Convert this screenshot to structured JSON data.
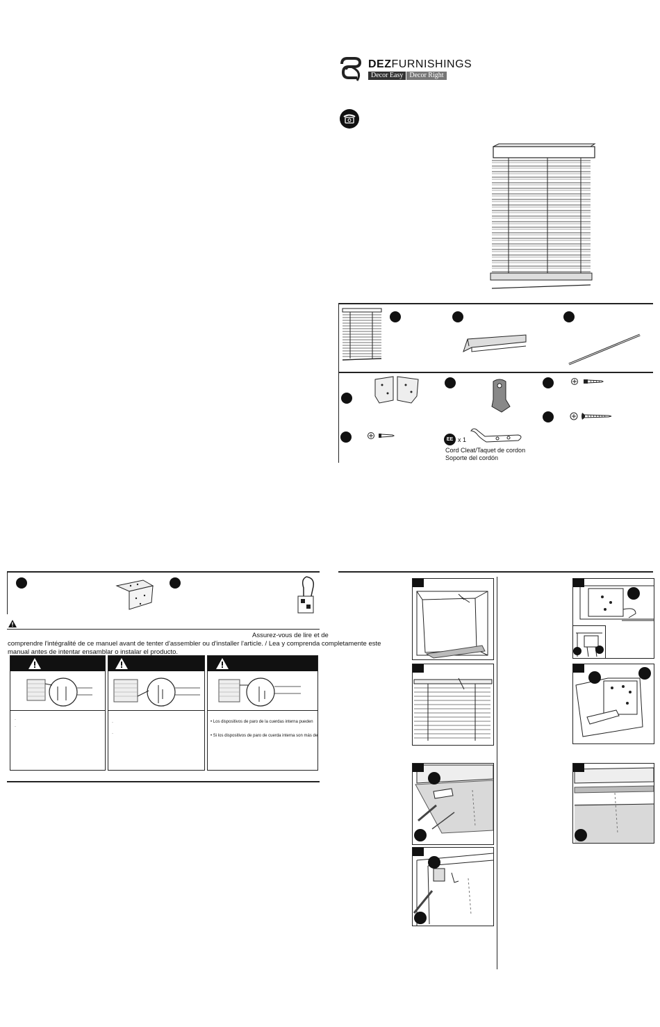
{
  "brand": {
    "name_bold": "DEZ",
    "name_light": "FURNISHINGS",
    "tagline_left": "Decor Easy",
    "tagline_right": "Decor Right",
    "logo_icon": "interlocking-s-logo-icon",
    "phone_icon": "telephone-icon"
  },
  "parts": {
    "cord_cleat_qty": "x 1",
    "cord_cleat_label": "EE",
    "cord_cleat_name_en_fr": "Cord Cleat/Taquet de cordon",
    "cord_cleat_name_es": "Soporte del cordón"
  },
  "safety": {
    "intro_right": "Assurez-vous de lire et de",
    "intro_line2": "comprendre l'intégralité de ce manuel avant de tenter d'assembler ou d'installer l'article. / Lea y comprenda completamente este",
    "intro_line3": "manual antes de intentar ensamblar o instalar el producto.",
    "panel3_bullet1": "•  Los dispositivos de paro de la cuerdas interna pueden",
    "panel3_bullet2": "•  Si los dispositivos de paro de cuerda interna son más de"
  },
  "colors": {
    "ink": "#111111",
    "tagline_bg": "#333333",
    "tagline_bg_right": "#777777",
    "shade_fill": "#cfcfcf"
  }
}
